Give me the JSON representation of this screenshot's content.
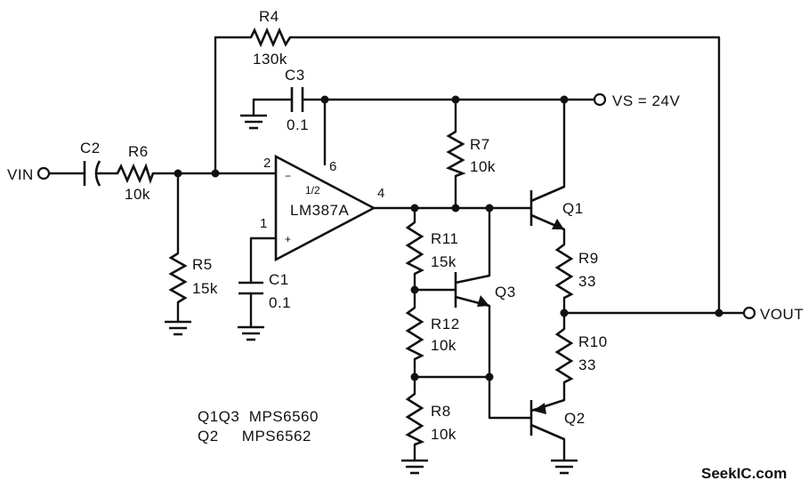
{
  "labels": {
    "vin": "VIN",
    "vout": "VOUT",
    "vs": "VS = 24V",
    "r4": "R4",
    "r4_val": "130k",
    "c3": "C3",
    "c3_val": "0.1",
    "c2": "C2",
    "r6": "R6",
    "r6_val": "10k",
    "r5": "R5",
    "r5_val": "15k",
    "c1": "C1",
    "c1_val": "0.1",
    "r7": "R7",
    "r7_val": "10k",
    "opamp_half": "1/2",
    "opamp": "LM387A",
    "pin2": "2",
    "pin1": "1",
    "pin6": "6",
    "pin4": "4",
    "plus": "+",
    "minus": "−",
    "r11": "R11",
    "r11_val": "15k",
    "q3": "Q3",
    "r12": "R12",
    "r12_val": "10k",
    "r8": "R8",
    "r8_val": "10k",
    "q1": "Q1",
    "r9": "R9",
    "r9_val": "33",
    "r10": "R10",
    "r10_val": "33",
    "q2": "Q2",
    "parts_line1": "Q1Q3  MPS6560",
    "parts_line2": "Q2     MPS6562",
    "watermark": "SeekIC.com"
  }
}
